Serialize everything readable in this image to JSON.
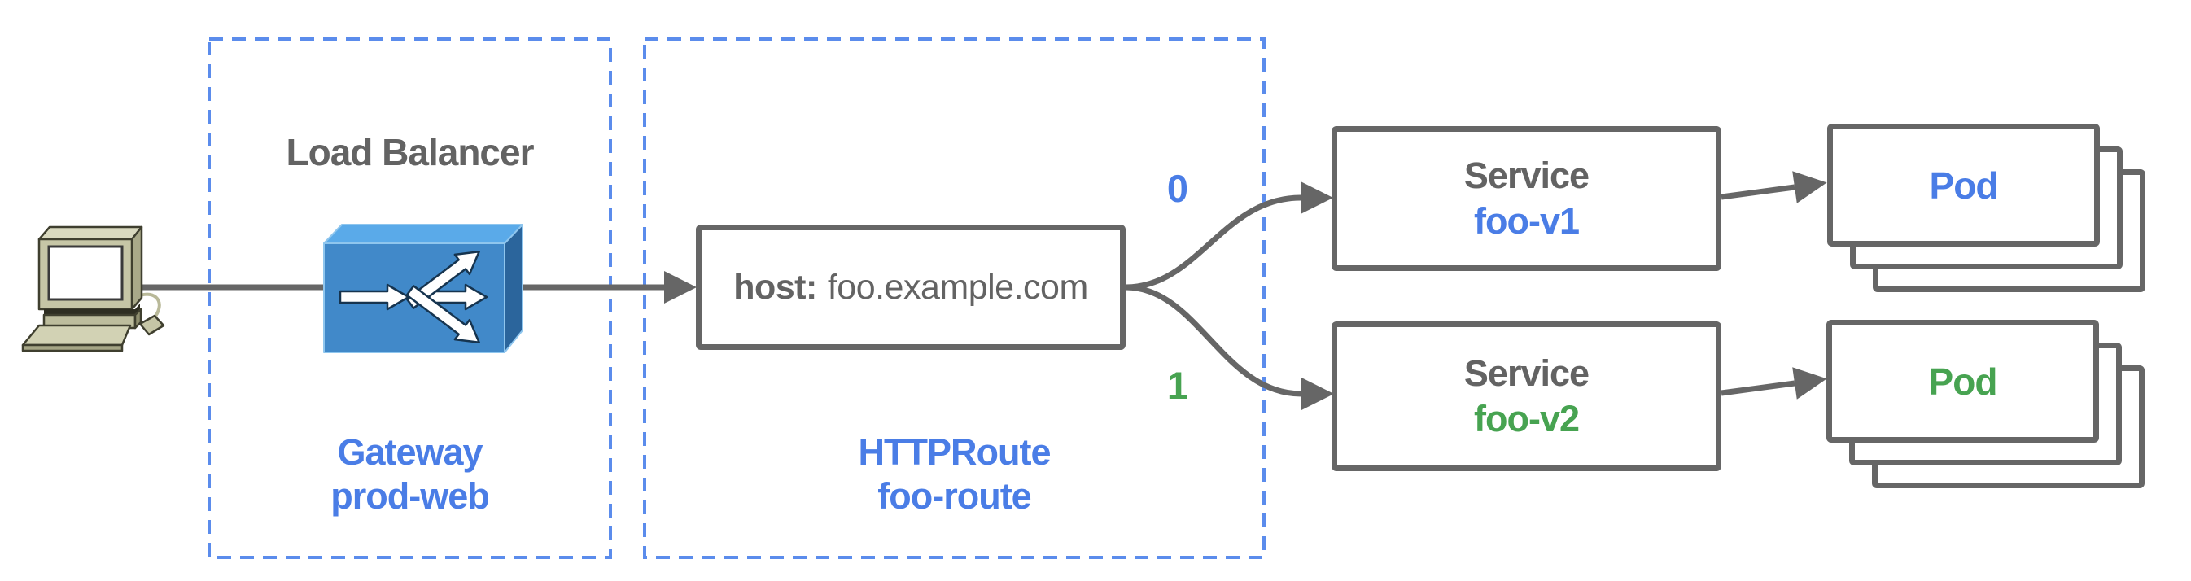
{
  "colors": {
    "blue": "#4A7DE6",
    "green": "#47A351",
    "gray_text": "#636363",
    "line_gray": "#666666",
    "dash_blue": "#5B8CEC"
  },
  "icons": {
    "client": "computer-icon",
    "gateway": "load-balancer-router-icon"
  },
  "gateway_group": {
    "title": "Load Balancer",
    "resource_type": "Gateway",
    "resource_name": "prod-web"
  },
  "httproute_group": {
    "resource_type": "HTTPRoute",
    "resource_name": "foo-route",
    "host_label": "host:",
    "host_value": "foo.example.com"
  },
  "branches": [
    {
      "index": "0",
      "color": "#4A7DE6"
    },
    {
      "index": "1",
      "color": "#47A351"
    }
  ],
  "services": [
    {
      "kind": "Service",
      "name": "foo-v1",
      "color": "#4A7DE6"
    },
    {
      "kind": "Service",
      "name": "foo-v2",
      "color": "#47A351"
    }
  ],
  "pods": [
    {
      "label": "Pod",
      "color": "#4A7DE6",
      "stack_count": 3
    },
    {
      "label": "Pod",
      "color": "#47A351",
      "stack_count": 3
    }
  ]
}
